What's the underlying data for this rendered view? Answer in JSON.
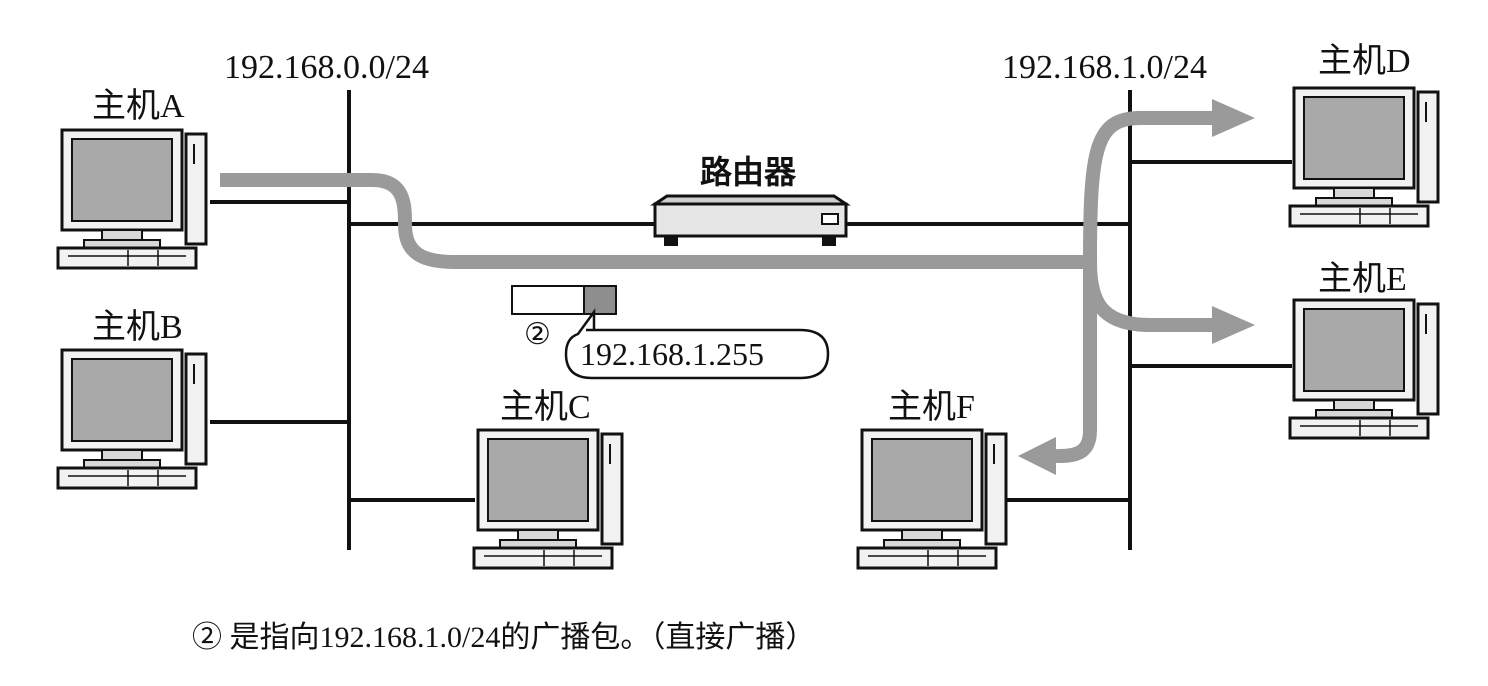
{
  "networks": {
    "left": "192.168.0.0/24",
    "right": "192.168.1.0/24"
  },
  "router": {
    "label": "路由器"
  },
  "hosts": {
    "a": "主机A",
    "b": "主机B",
    "c": "主机C",
    "d": "主机D",
    "e": "主机E",
    "f": "主机F"
  },
  "packet": {
    "marker": "②",
    "destination": "192.168.1.255"
  },
  "caption": "② 是指向192.168.1.0/24的广播包。（直接广播）"
}
